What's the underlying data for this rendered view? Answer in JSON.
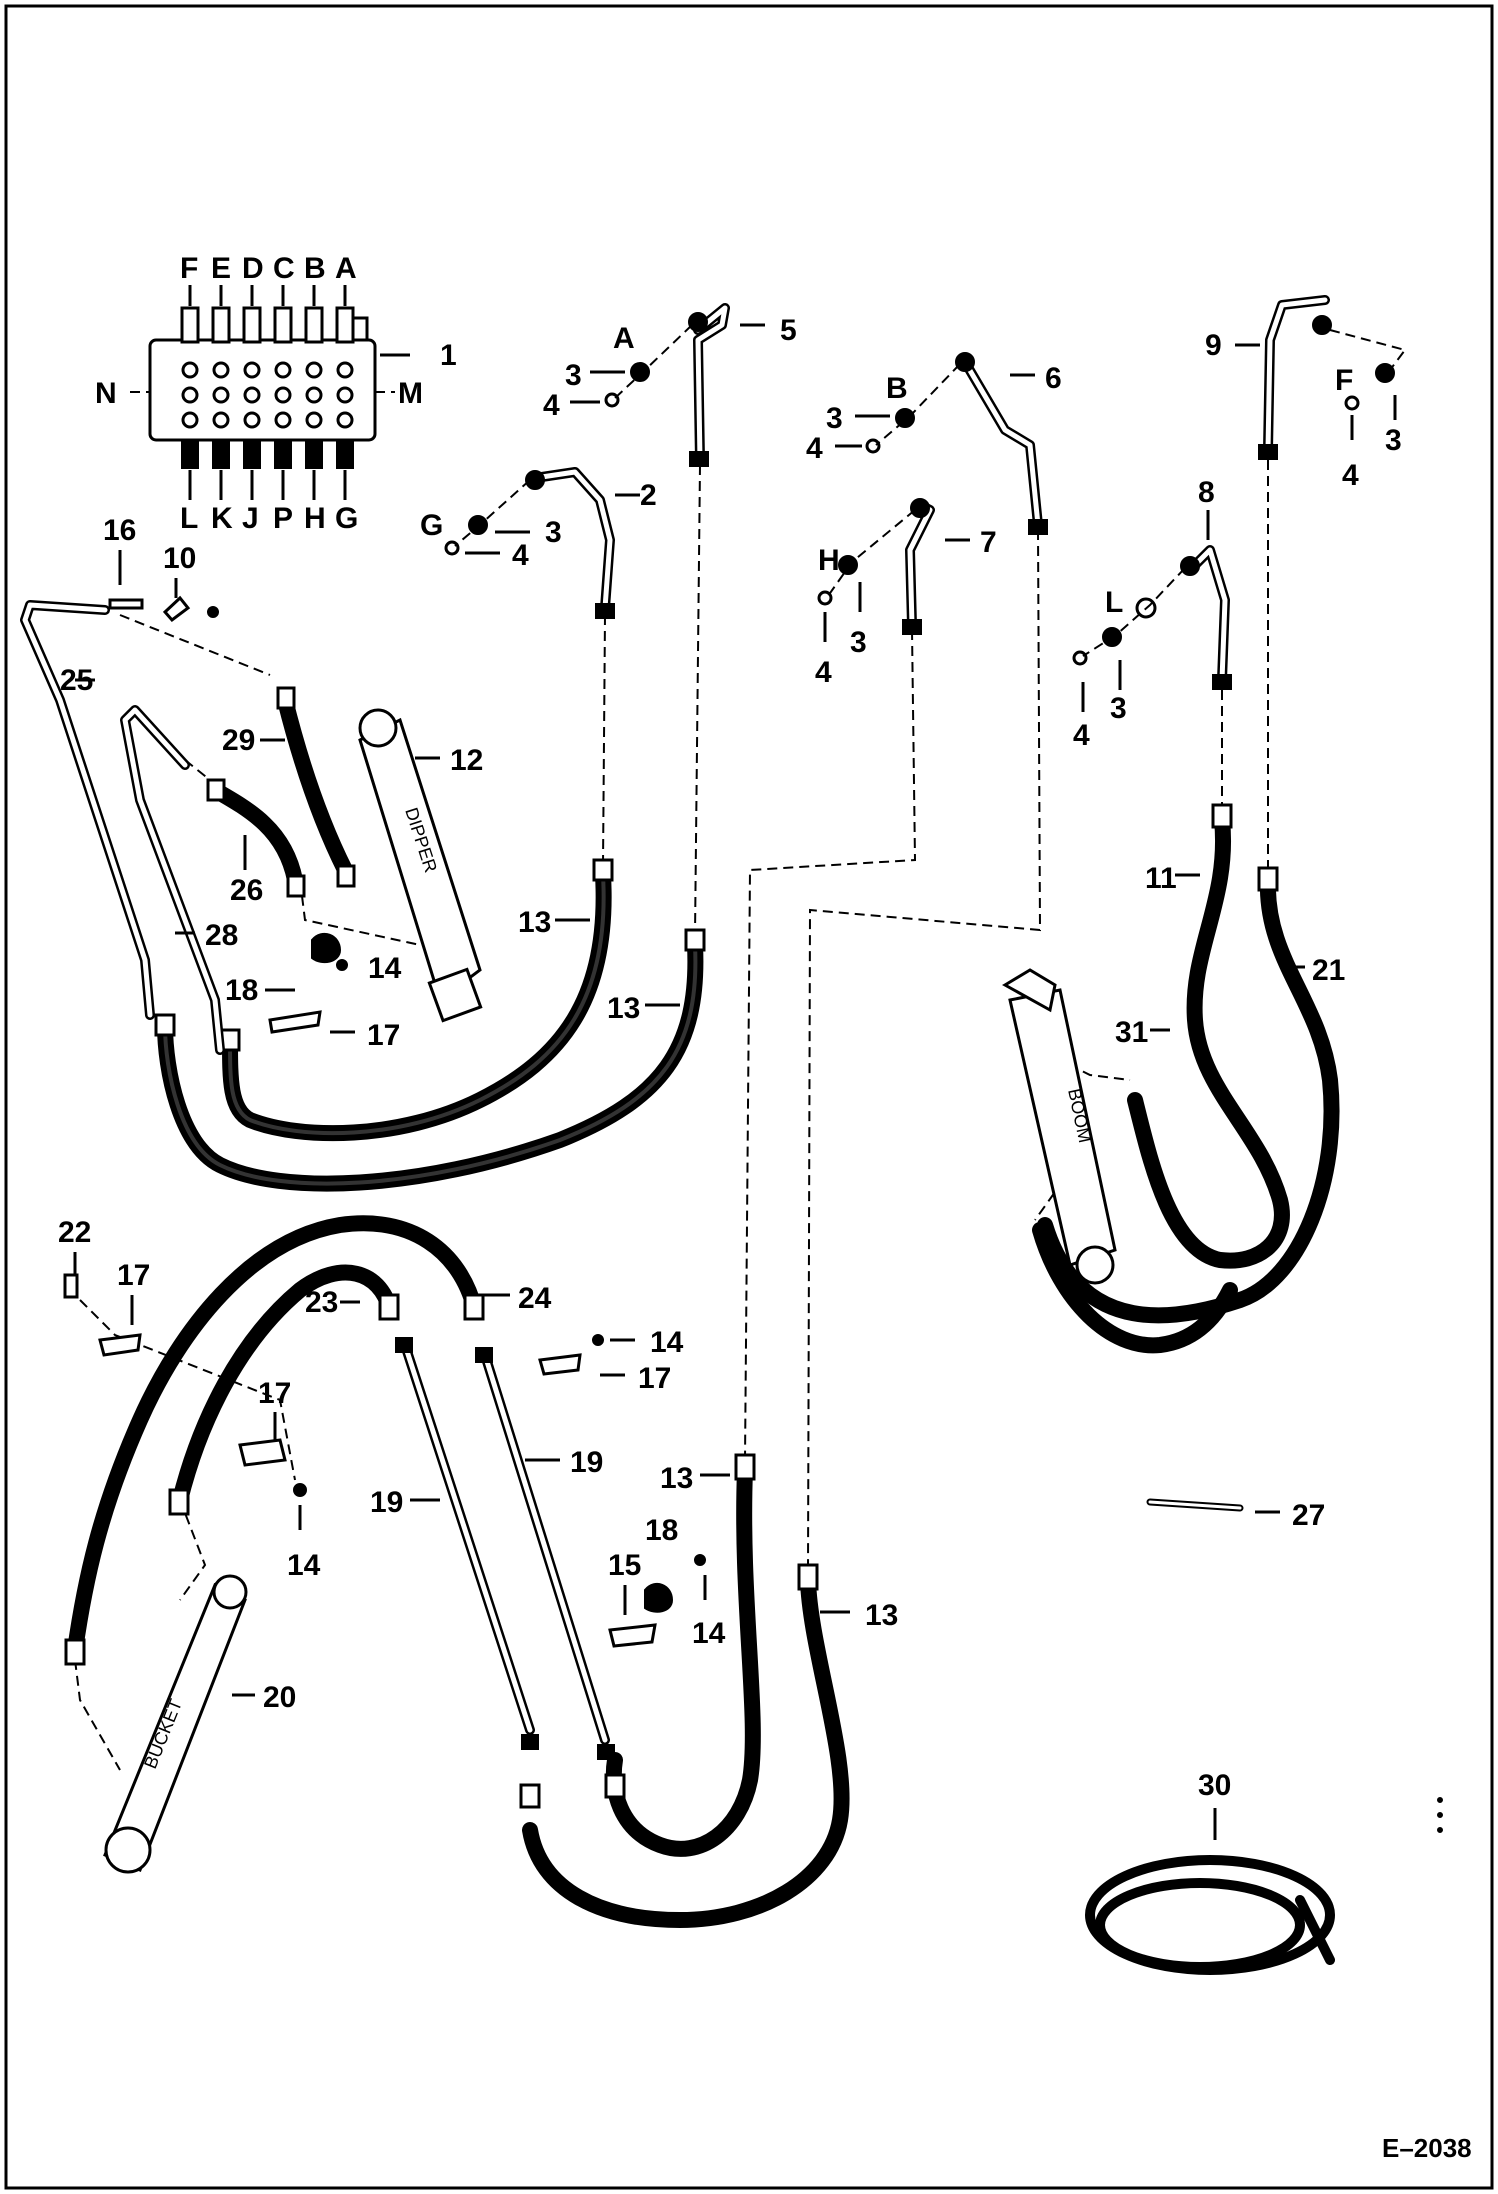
{
  "figure": {
    "reference_code": "E–2038"
  },
  "valve": {
    "top_port_letters": [
      "F",
      "E",
      "D",
      "C",
      "B",
      "A"
    ],
    "bottom_port_letters": [
      "L",
      "K",
      "J",
      "P",
      "H",
      "G"
    ],
    "left_label": "N",
    "right_label": "M"
  },
  "cylinders": {
    "dipper": "DIPPER",
    "boom": "BOOM",
    "bucket": "BUCKET"
  },
  "port_letters": {
    "a": "A",
    "b": "B",
    "f": "F",
    "g": "G",
    "h": "H",
    "l": "L"
  },
  "callouts": {
    "c1": "1",
    "c2": "2",
    "c3": "3",
    "c4": "4",
    "c5": "5",
    "c6": "6",
    "c7": "7",
    "c8": "8",
    "c9": "9",
    "c10": "10",
    "c11": "11",
    "c12": "12",
    "c13": "13",
    "c14": "14",
    "c15": "15",
    "c16": "16",
    "c17": "17",
    "c18": "18",
    "c19": "19",
    "c20": "20",
    "c21": "21",
    "c22": "22",
    "c23": "23",
    "c24": "24",
    "c25": "25",
    "c26": "26",
    "c27": "27",
    "c28": "28",
    "c29": "29",
    "c30": "30",
    "c31": "31"
  }
}
